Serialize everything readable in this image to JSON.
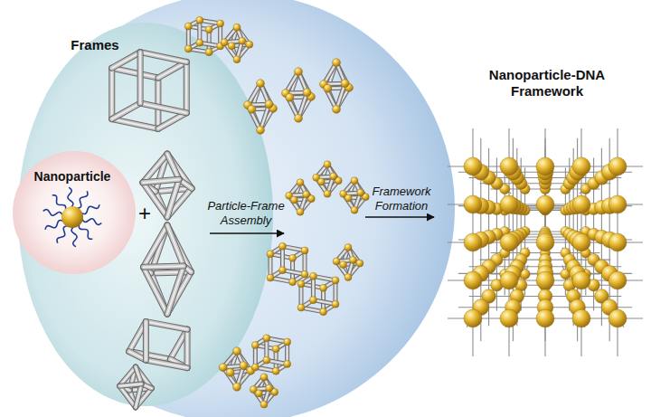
{
  "diagram": {
    "nodes": [
      {
        "text": [
          "Frames"
        ]
      },
      {
        "text": [
          "Nanoparticle"
        ],
        "in": 0
      }
    ],
    "labels": [
      "+",
      "Particle-Frame Assembly",
      "Framework Formation",
      "Nanoparticle-DNA Framework"
    ]
  }
}
